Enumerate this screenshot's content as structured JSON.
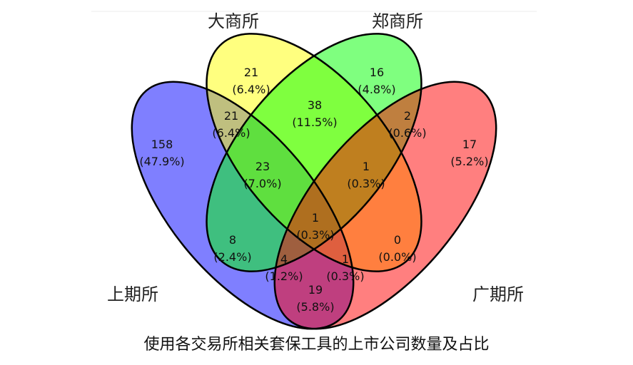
{
  "chart_data": {
    "type": "venn",
    "title": "使用各交易所相关套保工具的上市公司数量及占比",
    "sets": [
      {
        "name": "上期所",
        "color": "#0000ff"
      },
      {
        "name": "大商所",
        "color": "#ffff00"
      },
      {
        "name": "郑商所",
        "color": "#00ff00"
      },
      {
        "name": "广期所",
        "color": "#ff0000"
      }
    ],
    "regions": [
      {
        "sets": [
          "上期所"
        ],
        "count": "158",
        "pct": "(47.9%)"
      },
      {
        "sets": [
          "大商所"
        ],
        "count": "21",
        "pct": "(6.4%)"
      },
      {
        "sets": [
          "郑商所"
        ],
        "count": "16",
        "pct": "(4.8%)"
      },
      {
        "sets": [
          "广期所"
        ],
        "count": "17",
        "pct": "(5.2%)"
      },
      {
        "sets": [
          "上期所",
          "大商所"
        ],
        "count": "21",
        "pct": "(6.4%)"
      },
      {
        "sets": [
          "大商所",
          "郑商所"
        ],
        "count": "38",
        "pct": "(11.5%)"
      },
      {
        "sets": [
          "郑商所",
          "广期所"
        ],
        "count": "2",
        "pct": "(0.6%)"
      },
      {
        "sets": [
          "上期所",
          "大商所",
          "郑商所"
        ],
        "count": "23",
        "pct": "(7.0%)"
      },
      {
        "sets": [
          "大商所",
          "郑商所",
          "广期所"
        ],
        "count": "1",
        "pct": "(0.3%)"
      },
      {
        "sets": [
          "上期所",
          "大商所",
          "郑商所",
          "广期所"
        ],
        "count": "1",
        "pct": "(0.3%)"
      },
      {
        "sets": [
          "上期所",
          "郑商所"
        ],
        "count": "8",
        "pct": "(2.4%)"
      },
      {
        "sets": [
          "大商所",
          "广期所"
        ],
        "count": "0",
        "pct": "(0.0%)"
      },
      {
        "sets": [
          "上期所",
          "郑商所",
          "广期所"
        ],
        "count": "4",
        "pct": "(1.2%)"
      },
      {
        "sets": [
          "上期所",
          "大商所",
          "广期所"
        ],
        "count": "1",
        "pct": "(0.3%)"
      },
      {
        "sets": [
          "上期所",
          "广期所"
        ],
        "count": "19",
        "pct": "(5.8%)"
      }
    ]
  }
}
